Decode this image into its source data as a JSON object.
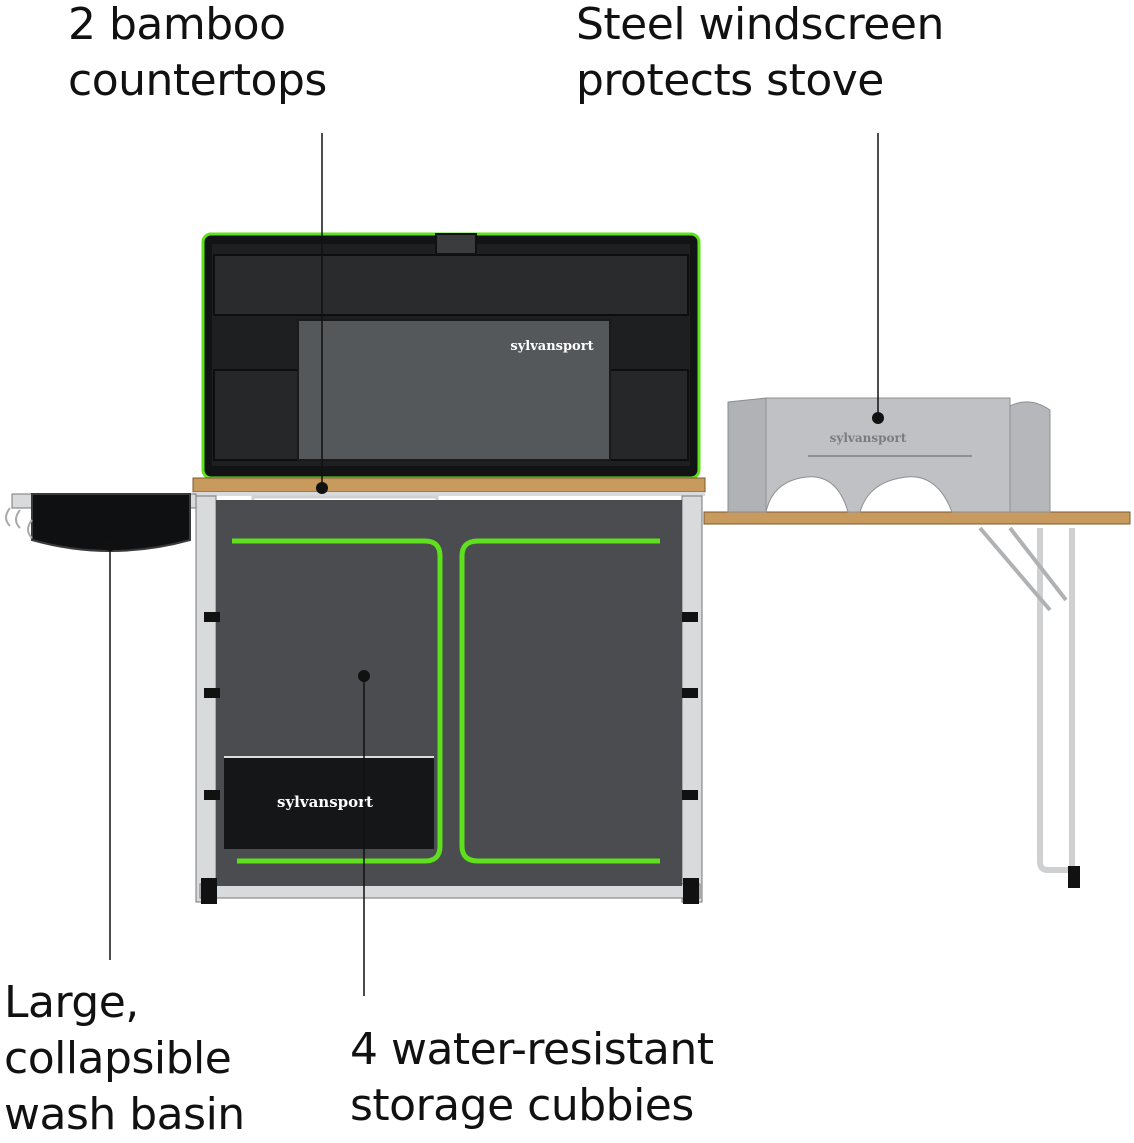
{
  "callouts": {
    "countertops": {
      "lines": [
        "2 bamboo",
        "countertops"
      ]
    },
    "windscreen": {
      "lines": [
        "Steel windscreen",
        "protects stove"
      ]
    },
    "wash_basin": {
      "lines": [
        "Large,",
        "collapsible",
        "wash basin"
      ]
    },
    "storage": {
      "lines": [
        "4 water-resistant",
        "storage cubbies"
      ]
    }
  },
  "product": {
    "brand_upper": "sylvansport",
    "brand_lower": "sylvansport",
    "brand_windscreen": "sylvansport"
  },
  "colors": {
    "accent_green": "#5fe01c",
    "fabric_gray": "#4a4c4f",
    "fabric_dark": "#1b1c1e",
    "bamboo": "#c89a5e",
    "steel": "#b7b9bc",
    "frame": "#d9dadc"
  }
}
